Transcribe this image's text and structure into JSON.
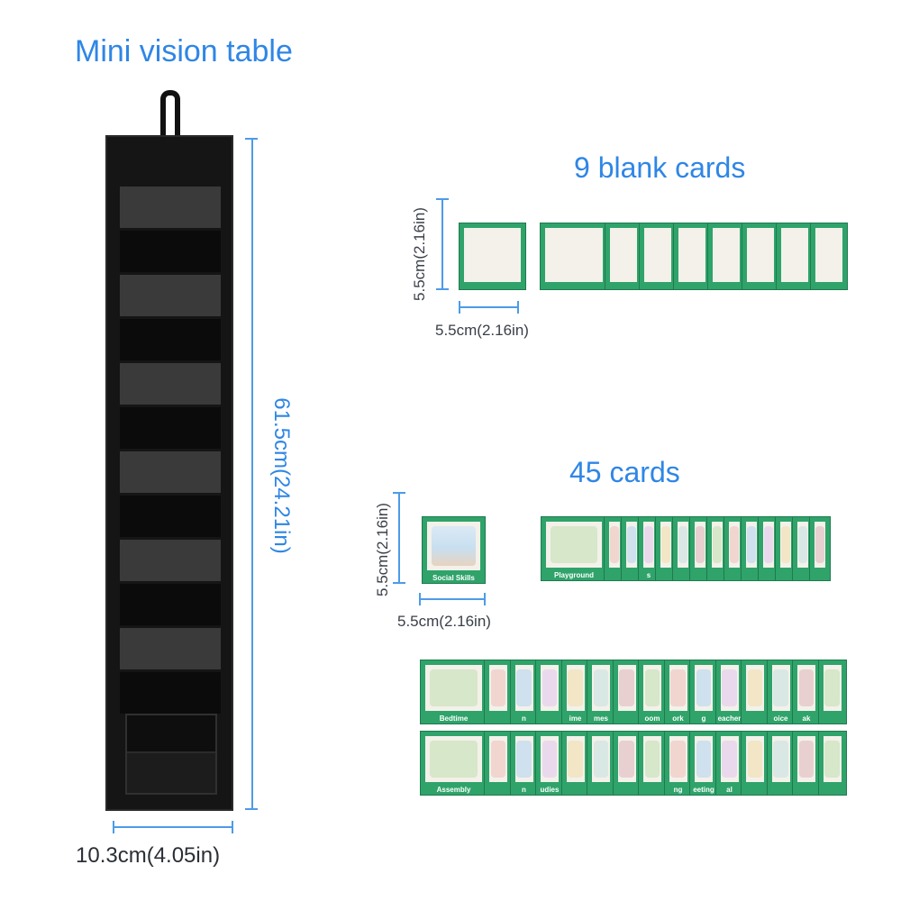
{
  "title": "Mini vision table",
  "organizer": {
    "height_label": "61.5cm(24.21in)",
    "width_label": "10.3cm(4.05in)"
  },
  "blank_cards": {
    "heading": "9 blank cards",
    "height_label": "5.5cm(2.16in)",
    "width_label": "5.5cm(2.16in)"
  },
  "picture_cards": {
    "heading": "45 cards",
    "height_label": "5.5cm(2.16in)",
    "width_label": "5.5cm(2.16in)",
    "sample_card_label": "Social Skills",
    "row1_first_label": "Playground",
    "row1_labels": [
      "",
      "",
      "s",
      "",
      "",
      "",
      "",
      "",
      "",
      "",
      "",
      "",
      ""
    ],
    "row2_first_label": "Bedtime",
    "row2_labels": [
      "",
      "n",
      "",
      "ime",
      "mes",
      "",
      "oom",
      "ork",
      "g",
      "eacher",
      "",
      "oice",
      "ak",
      ""
    ],
    "row3_first_label": "Assembly",
    "row3_labels": [
      "",
      "n",
      "udies",
      "",
      "",
      "",
      "",
      "ng",
      "eeting",
      "al",
      "",
      "",
      "",
      ""
    ]
  },
  "colors": {
    "accent_blue": "#2f86e6",
    "card_green": "#2fa36a",
    "organizer_black": "#151515"
  }
}
